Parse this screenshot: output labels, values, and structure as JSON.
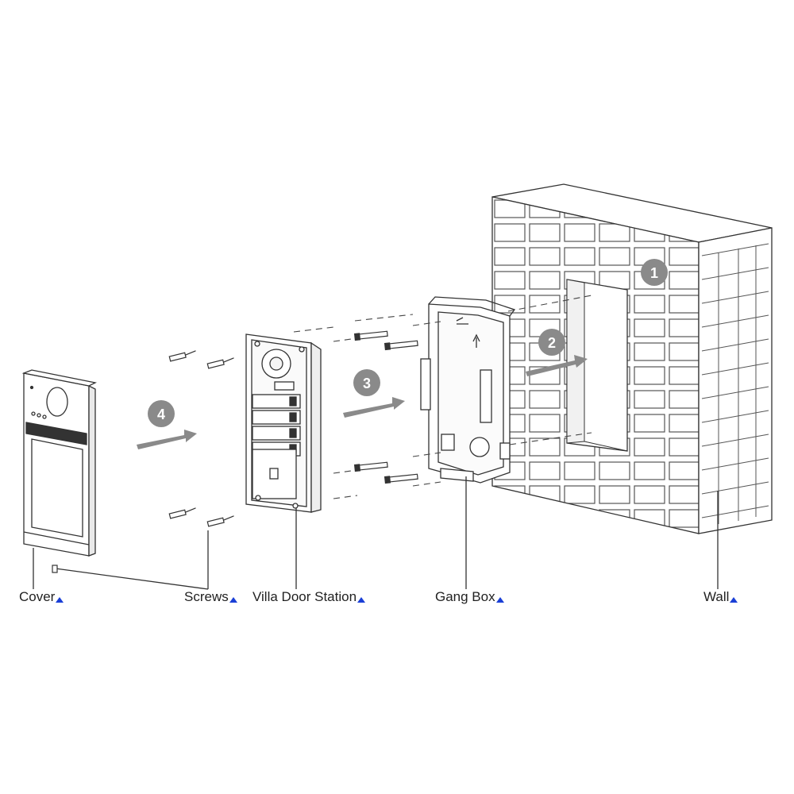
{
  "labels": {
    "cover": "Cover",
    "screws": "Screws",
    "door_station": "Villa Door Station",
    "gang_box": "Gang Box",
    "wall": "Wall"
  },
  "steps": [
    "1",
    "2",
    "3",
    "4"
  ],
  "colors": {
    "line": "#333333",
    "arrow": "#8a8a8a",
    "step_badge": "#8a8a8a",
    "label_marker": "#1a3fd6"
  }
}
